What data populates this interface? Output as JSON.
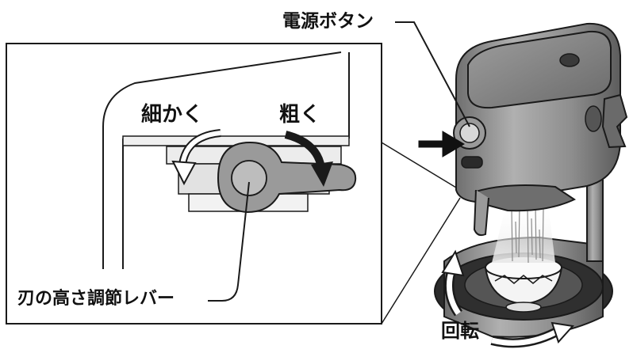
{
  "labels": {
    "power_button": "電源ボタン",
    "fine": "細かく",
    "coarse": "粗く",
    "blade_lever": "刃の高さ調節レバー",
    "rotate": "回転"
  },
  "colors": {
    "line": "#1a1a1a",
    "body_gray": "#8c8c8c",
    "body_dark": "#4a4a4a",
    "lever_fill": "#9a9a9a",
    "inset_bg": "#ffffff"
  },
  "icons": {
    "power_arrow": "arrow-right-icon",
    "rotate_arrow": "curved-arrow-icon"
  }
}
